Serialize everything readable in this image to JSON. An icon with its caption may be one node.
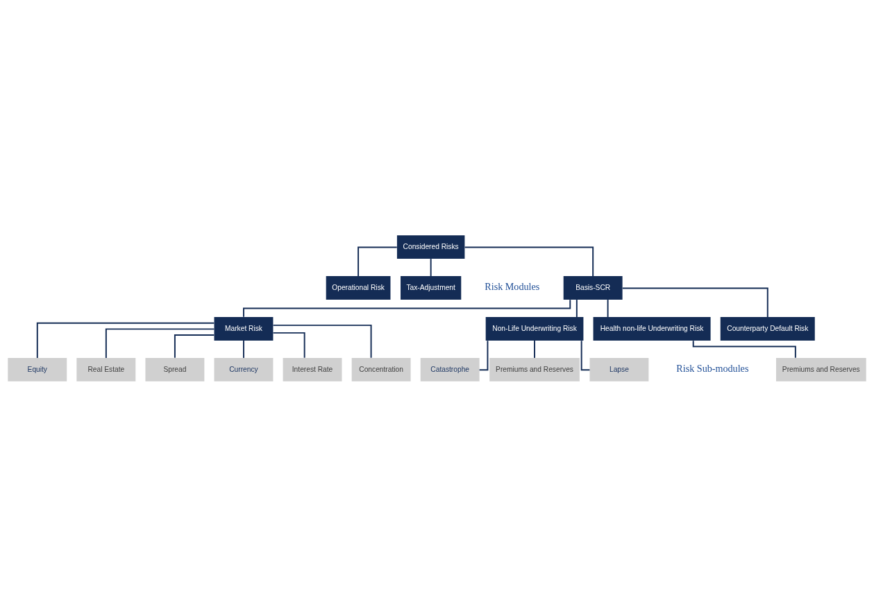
{
  "diagram": {
    "nodes": [
      {
        "text": [
          "Considered Risks"
        ]
      },
      {
        "text": [
          "Tax-Adjustment"
        ]
      },
      {
        "text": [
          "Basis-SCR"
        ]
      },
      {
        "text": [
          "Operational Risk"
        ]
      },
      {
        "text": [
          "Market Risk"
        ]
      },
      {
        "text": [
          "Non-Life Underwriting Risk"
        ]
      },
      {
        "text": [
          "Health non-life Underwriting Risk"
        ]
      },
      {
        "text": [
          "Counterparty Default Risk"
        ]
      },
      {
        "text": [
          "Interest Rate"
        ]
      },
      {
        "text": [
          "Equity"
        ]
      },
      {
        "text": [
          "Real Estate"
        ]
      },
      {
        "text": [
          "Spread"
        ]
      },
      {
        "text": [
          "Currency"
        ]
      },
      {
        "text": [
          "Concentration"
        ]
      },
      {
        "text": [
          "Premiums and Reserves"
        ]
      },
      {
        "text": [
          "Lapse"
        ]
      },
      {
        "text": [
          "Catastrophe"
        ]
      },
      {
        "text": [
          "Premiums and Reserves"
        ]
      }
    ],
    "edges": [
      {
        "from": 0,
        "to": 1,
        "arrow": "none"
      },
      {
        "from": 0,
        "to": 2,
        "arrow": "none"
      },
      {
        "from": 0,
        "to": 3,
        "arrow": "none"
      },
      {
        "from": 2,
        "to": 4,
        "arrow": "none"
      },
      {
        "from": 2,
        "to": 5,
        "arrow": "none"
      },
      {
        "from": 2,
        "to": 6,
        "arrow": "none"
      },
      {
        "from": 2,
        "to": 7,
        "arrow": "none"
      },
      {
        "from": 4,
        "to": 8,
        "arrow": "none"
      },
      {
        "from": 4,
        "to": 9,
        "arrow": "none"
      },
      {
        "from": 4,
        "to": 10,
        "arrow": "none"
      },
      {
        "from": 4,
        "to": 11,
        "arrow": "none"
      },
      {
        "from": 4,
        "to": 12,
        "arrow": "none"
      },
      {
        "from": 4,
        "to": 13,
        "arrow": "none"
      },
      {
        "from": 5,
        "to": 14,
        "arrow": "none"
      },
      {
        "from": 5,
        "to": 15,
        "arrow": "none"
      },
      {
        "from": 5,
        "to": 16,
        "arrow": "none"
      },
      {
        "from": 6,
        "to": 17,
        "arrow": "none"
      }
    ],
    "labels": [
      "Risk Modules",
      "Risk Sub-modules"
    ]
  }
}
